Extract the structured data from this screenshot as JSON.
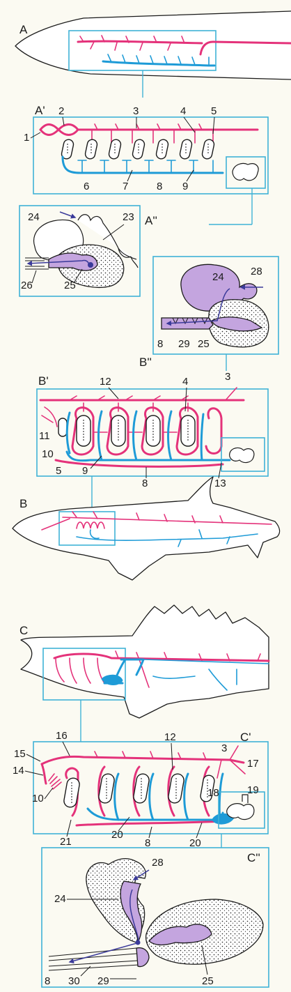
{
  "panels": {
    "A": "A",
    "A1": "A'",
    "A2": "A''",
    "B": "B",
    "B1": "B'",
    "B2": "B''",
    "C": "C",
    "C1": "C'",
    "C2": "C''"
  },
  "labels": {
    "n1": "1",
    "n2": "2",
    "n3": "3",
    "n4": "4",
    "n5": "5",
    "n6": "6",
    "n7": "7",
    "n8": "8",
    "n9": "9",
    "n10": "10",
    "n11": "11",
    "n12": "12",
    "n13": "13",
    "n14": "14",
    "n15": "15",
    "n16": "16",
    "n17": "17",
    "n18": "18",
    "n19": "19",
    "n20": "20",
    "n21": "21",
    "n23": "23",
    "n24": "24",
    "n25": "25",
    "n26": "26",
    "n28": "28",
    "n29": "29",
    "n30": "30"
  },
  "colors": {
    "artery": "#e4327a",
    "vein": "#1e9bd7",
    "frame": "#3fb2d6",
    "heart_chamber": "#c4a5df"
  }
}
